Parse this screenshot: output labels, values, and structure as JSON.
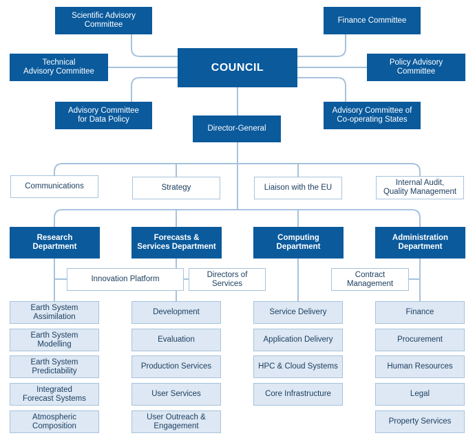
{
  "council": "COUNCIL",
  "committees": {
    "scientific": "Scientific Advisory\nCommittee",
    "finance": "Finance Committee",
    "technical": "Technical\nAdvisory Committee",
    "policy": "Policy Advisory\nCommittee",
    "data_policy": "Advisory Committee\nfor Data Policy",
    "cooperating": "Advisory Committee of\nCo-operating States"
  },
  "director_general": "Director-General",
  "staff_units": {
    "communications": "Communications",
    "strategy": "Strategy",
    "liaison_eu": "Liaison with the EU",
    "internal_audit": "Internal Audit,\nQuality Management"
  },
  "departments": {
    "research": {
      "title": "Research\nDepartment",
      "units": [
        "Earth System\nAssimilation",
        "Earth System\nModelling",
        "Earth System\nPredictability",
        "Integrated\nForecast Systems",
        "Atmospheric\nComposition"
      ]
    },
    "forecasts": {
      "title": "Forecasts &\nServices Department",
      "units": [
        "Development",
        "Evaluation",
        "Production Services",
        "User Services",
        "User Outreach &\nEngagement"
      ]
    },
    "computing": {
      "title": "Computing\nDepartment",
      "units": [
        "Service Delivery",
        "Application Delivery",
        "HPC & Cloud Systems",
        "Core Infrastructure"
      ]
    },
    "administration": {
      "title": "Administration\nDepartment",
      "units": [
        "Finance",
        "Procurement",
        "Human Resources",
        "Legal",
        "Property Services"
      ]
    }
  },
  "cross_units": {
    "innovation_platform": "Innovation Platform",
    "directors_of_services": "Directors of\nServices",
    "contract_management": "Contract\nManagement"
  }
}
